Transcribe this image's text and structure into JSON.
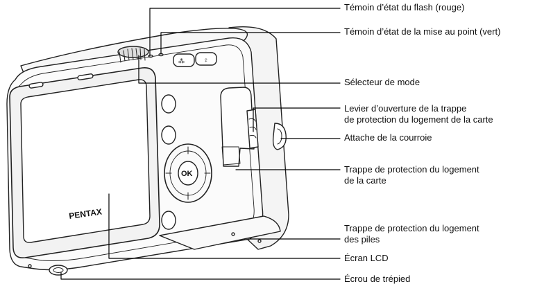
{
  "brand": "PENTAX",
  "button_ok": "OK",
  "labels": {
    "flash_led": "Témoin d’état du flash (rouge)",
    "focus_led": "Témoin d’état de la mise au point (vert)",
    "mode_dial": "Sélecteur de mode",
    "card_lever_line1": "Levier d’ouverture de la trappe",
    "card_lever_line2": "de protection du logement de la carte",
    "strap_lug": "Attache de la courroie",
    "card_cover_line1": "Trappe de protection du logement",
    "card_cover_line2": "de la carte",
    "battery_cover_line1": "Trappe de protection du logement",
    "battery_cover_line2": "des piles",
    "lcd": "Écran LCD",
    "tripod": "Écrou de trépied"
  }
}
